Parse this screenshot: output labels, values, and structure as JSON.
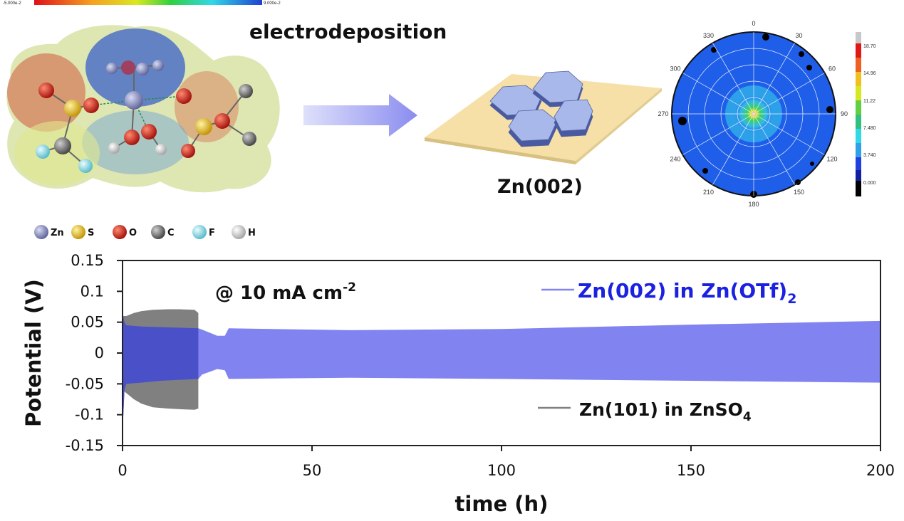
{
  "top": {
    "colorbar_min": "-5.000e-2",
    "colorbar_max": "9.000e-2",
    "process_label": "electrodeposition",
    "crystal_label": "Zn(002)",
    "legend_atoms": [
      {
        "symbol": "Zn",
        "color": "#7f86b8"
      },
      {
        "symbol": "S",
        "color": "#e8c21a"
      },
      {
        "symbol": "O",
        "color": "#d01c12"
      },
      {
        "symbol": "C",
        "color": "#707070"
      },
      {
        "symbol": "F",
        "color": "#7fe0e8"
      },
      {
        "symbol": "H",
        "color": "#d8d8d8"
      }
    ],
    "polar": {
      "angle_labels": [
        "0",
        "30",
        "60",
        "90",
        "120",
        "150",
        "180",
        "210",
        "240",
        "270",
        "300",
        "330"
      ],
      "colorbar_ticks": [
        "18.70",
        "14.96",
        "11.22",
        "7.480",
        "3.740",
        "0.000"
      ]
    }
  },
  "chart_data": {
    "type": "area",
    "xlabel": "time (h)",
    "ylabel": "Potential (V)",
    "xlim": [
      0,
      200
    ],
    "ylim": [
      -0.15,
      0.15
    ],
    "x_ticks": [
      "0",
      "50",
      "100",
      "150",
      "200"
    ],
    "y_ticks": [
      "0.15",
      "0.1",
      "0.05",
      "0",
      "-0.05",
      "-0.1",
      "-0.15"
    ],
    "annotation": "@ 10 mA cm",
    "annotation_sup": "-2",
    "grid": false,
    "legend_position": "right",
    "series": [
      {
        "name": "Zn(002) in Zn(OTf)",
        "name_sub": "2",
        "color": "#8083f0",
        "label_color": "#1a22e0",
        "x": [
          0,
          0.5,
          1,
          5,
          10,
          20,
          21,
          25,
          27,
          28,
          60,
          100,
          150,
          200
        ],
        "upper": [
          0.065,
          0.05,
          0.045,
          0.043,
          0.042,
          0.04,
          0.038,
          0.028,
          0.028,
          0.04,
          0.037,
          0.039,
          0.046,
          0.052
        ],
        "lower": [
          -0.13,
          -0.06,
          -0.05,
          -0.048,
          -0.045,
          -0.042,
          -0.035,
          -0.026,
          -0.028,
          -0.042,
          -0.04,
          -0.042,
          -0.045,
          -0.048
        ]
      },
      {
        "name": "Zn(101) in ZnSO",
        "name_sub": "4",
        "color": "#808080",
        "label_color": "#111111",
        "x": [
          0,
          1,
          3,
          5,
          8,
          12,
          15,
          19,
          20
        ],
        "upper": [
          0.06,
          0.06,
          0.065,
          0.068,
          0.07,
          0.071,
          0.071,
          0.07,
          0.065
        ],
        "lower": [
          -0.06,
          -0.065,
          -0.075,
          -0.082,
          -0.088,
          -0.09,
          -0.091,
          -0.092,
          -0.09
        ]
      }
    ]
  }
}
